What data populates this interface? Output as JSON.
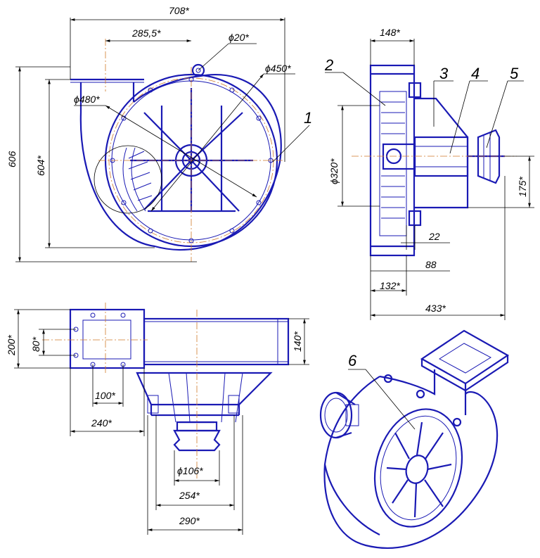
{
  "dimensions": {
    "front": {
      "width_total": "708*",
      "offset_axis": "285,5*",
      "hole_dia": "ϕ20*",
      "outer_dia": "ϕ450*",
      "housing_dia": "ϕ480*",
      "height_total": "606",
      "height_inner": "604*"
    },
    "side": {
      "width_top": "148*",
      "wheel_dia": "ϕ320*",
      "shaft_height": "175*",
      "gap_small": "22",
      "offset_88": "88",
      "width_132": "132*",
      "length_total": "433*"
    },
    "top": {
      "height_200": "200*",
      "flange_80": "80*",
      "outlet_140": "140*",
      "bolt_100": "100*",
      "flange_240": "240*",
      "pulley_dia": "ϕ106*",
      "base_254": "254*",
      "base_290": "290*"
    }
  },
  "callouts": [
    "1",
    "2",
    "3",
    "4",
    "5",
    "6"
  ],
  "colors": {
    "line": "#1a1ab4",
    "axis": "#d07a2a",
    "dim": "#000000"
  }
}
